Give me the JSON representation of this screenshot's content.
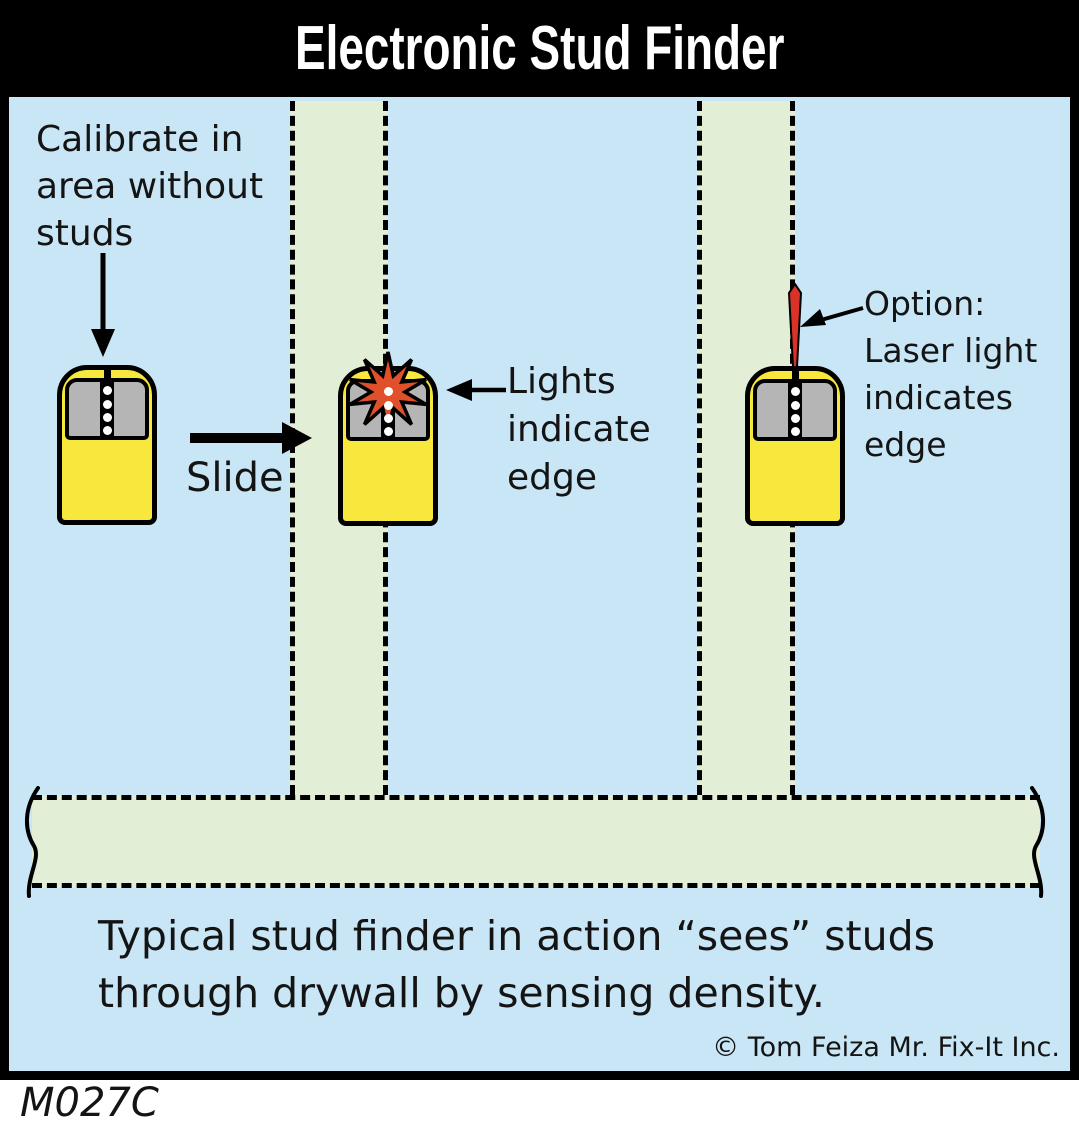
{
  "title": "Electronic Stud Finder",
  "figure_code": "M027C",
  "copyright": "© Tom Feiza Mr. Fix-It Inc.",
  "caption": "Typical stud finder in action “sees” studs\nthrough drywall by sensing density.",
  "annotations": {
    "calibrate": "Calibrate in\narea without\nstuds",
    "slide": "Slide",
    "lights": "Lights\nindicate\nedge",
    "laser_option": "Option:\nLaser light\nindicates\nedge"
  },
  "icons": {
    "down_arrow": "calibrate-down-arrow",
    "slide_arrow": "slide-right-arrow",
    "lights_arrow": "lights-left-arrow",
    "option_arrow": "laser-pointer-arrow",
    "starburst": "flashing-lights-starburst",
    "laser_beam": "laser-beam"
  },
  "colors": {
    "panel_background": "#c9e6f6",
    "stud_fill": "#e3eed7",
    "device_body": "#f8e73c",
    "device_display": "#b5b5b5",
    "starburst_fill": "#e0502a",
    "laser_fill": "#d93228",
    "outline": "#000000",
    "title_background": "#000000",
    "title_text": "#ffffff"
  }
}
